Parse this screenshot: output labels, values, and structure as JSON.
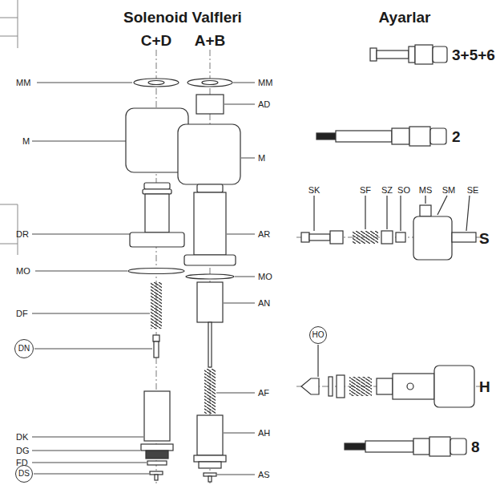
{
  "diagram": {
    "nodes": [
      {
        "text": [
          "DN"
        ]
      },
      {
        "text": [
          "DS"
        ]
      },
      {
        "text": [
          "HO"
        ]
      }
    ],
    "labels": [
      "Solenoid Valfleri",
      "Ayarlar",
      "C+D",
      "A+B",
      "MM",
      "M",
      "DR",
      "MO",
      "DF",
      "DK",
      "DG",
      "FD",
      "MM",
      "AD",
      "M",
      "AR",
      "MO",
      "AN",
      "AF",
      "AH",
      "AS",
      "3+5+6",
      "2",
      "SK",
      "SF",
      "SZ",
      "SO",
      "MS",
      "SM",
      "SE",
      "S",
      "H",
      "8"
    ]
  }
}
